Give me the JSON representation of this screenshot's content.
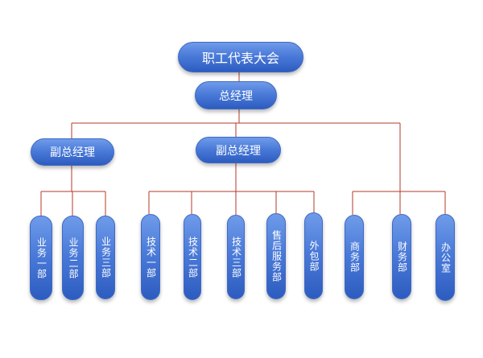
{
  "root": "职工代表大会",
  "gm": "总经理",
  "deputies": [
    "副总经理",
    "副总经理"
  ],
  "departments": [
    "业务一部",
    "业务二部",
    "业务三部",
    "技术一部",
    "技术二部",
    "技术三部",
    "售后服务部",
    "外包部",
    "商务部",
    "财务部",
    "办公室"
  ],
  "colors": {
    "node_top": "#6f9be9",
    "node_bottom": "#2d5cc0",
    "connector": "#b5392a"
  }
}
